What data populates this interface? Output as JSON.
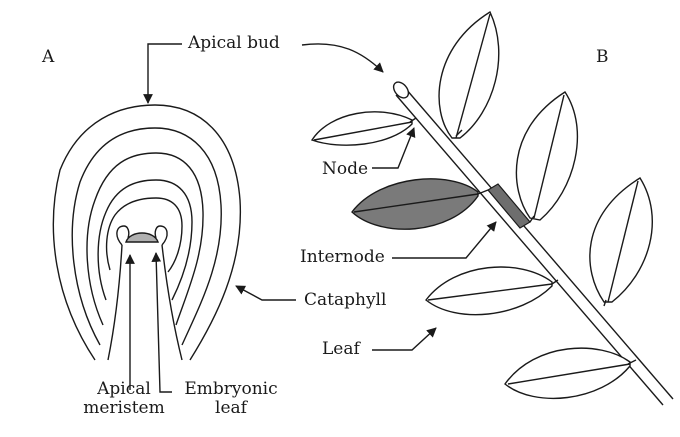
{
  "panels": {
    "a": {
      "letter": "A"
    },
    "b": {
      "letter": "B"
    }
  },
  "labels": {
    "apical_bud": "Apical bud",
    "node": "Node",
    "internode": "Internode",
    "cataphyll": "Cataphyll",
    "leaf": "Leaf",
    "apical_meristem_line1": "Apical",
    "apical_meristem_line2": "meristem",
    "embryonic_leaf_line1": "Embryonic",
    "embryonic_leaf_line2": "leaf"
  },
  "colors": {
    "shaded_leaf": "#7a7a7a",
    "meristem": "#b0b0b0",
    "internode_highlight": "#6e6e6e"
  }
}
